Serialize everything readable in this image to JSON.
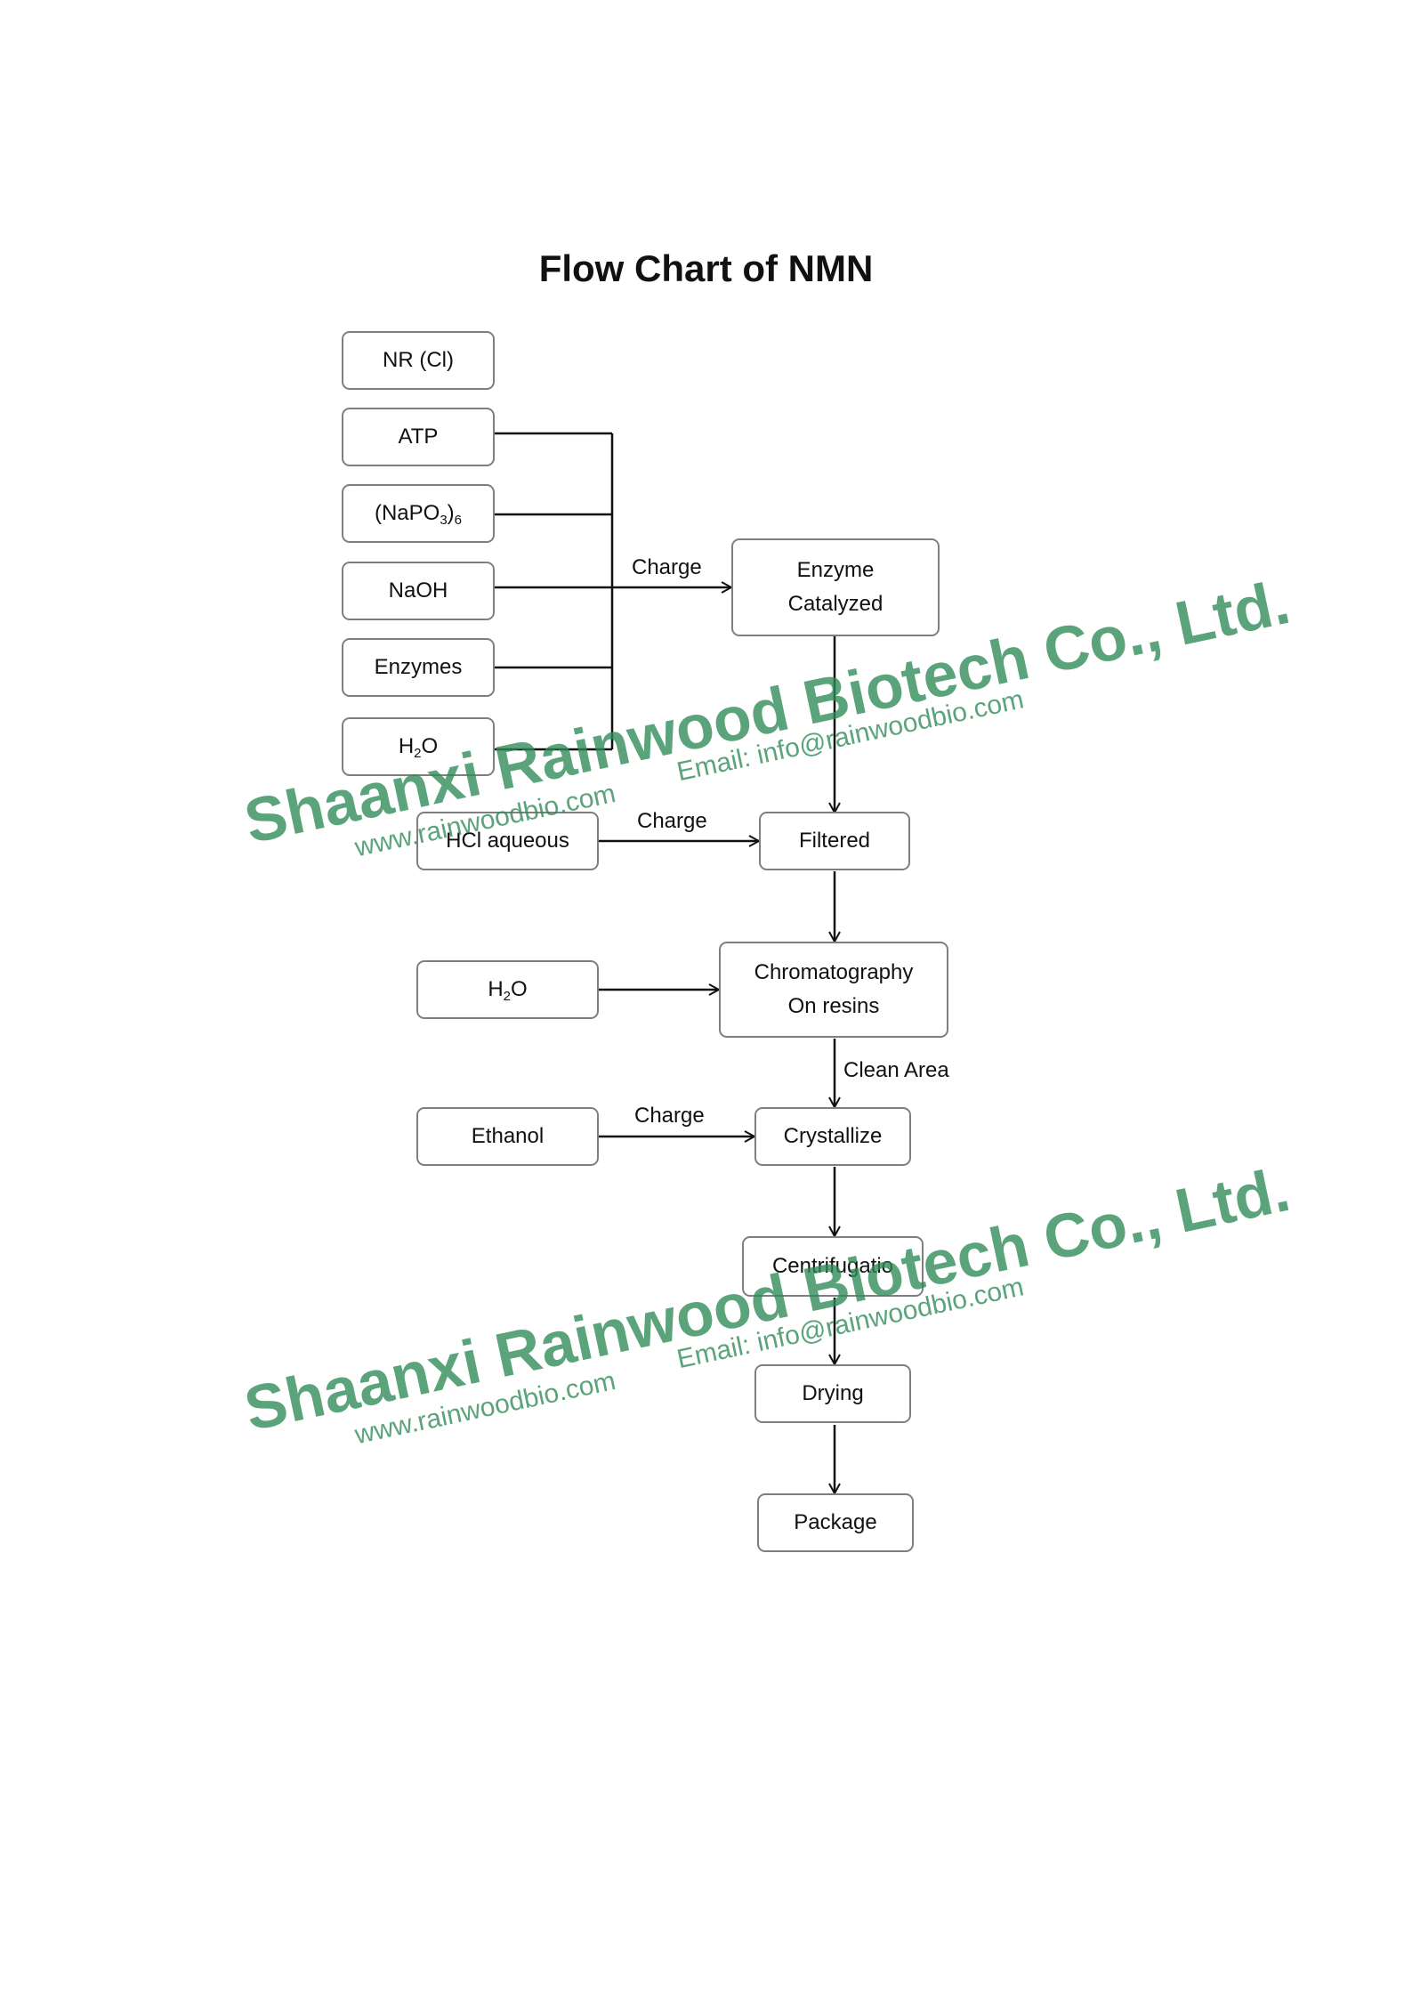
{
  "title": "Flow Chart of NMN",
  "inputs": {
    "nr": "NR (Cl)",
    "atp": "ATP",
    "napo3": {
      "a": "(NaPO",
      "b": "3",
      "c": ")",
      "d": "6"
    },
    "naoh": "NaOH",
    "enzymes": "Enzymes",
    "h2o_1": {
      "a": "H",
      "b": "2",
      "c": "O"
    },
    "hcl": "HCl aqueous",
    "h2o_2": {
      "a": "H",
      "b": "2",
      "c": "O"
    },
    "ethanol": "Ethanol"
  },
  "steps": {
    "enzyme_line1": "Enzyme",
    "enzyme_line2": "Catalyzed",
    "filtered": "Filtered",
    "chrom_line1": "Chromatography",
    "chrom_line2": "On resins",
    "crystallize": "Crystallize",
    "centrifugation": "Centrifugatio",
    "drying": "Drying",
    "package": "Package"
  },
  "edge_labels": {
    "charge_1": "Charge",
    "charge_2": "Charge",
    "charge_3": "Charge",
    "clean_area": "Clean Area"
  },
  "watermark": {
    "company": "Shaanxi Rainwood Biotech Co., Ltd.",
    "website": "www.rainwoodbio.com",
    "email": "Email: info@rainwoodbio.com",
    "color": "#2e8b57"
  }
}
